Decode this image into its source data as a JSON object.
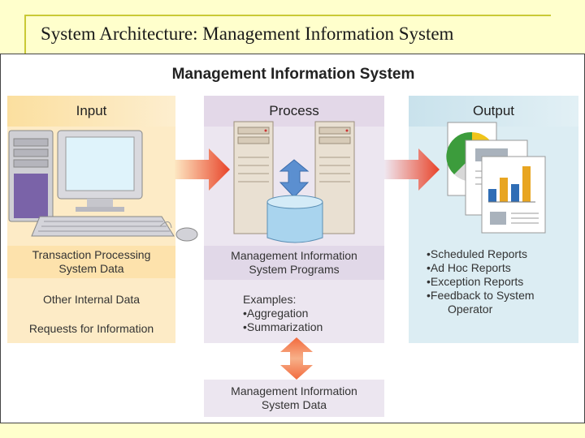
{
  "slide_title": "System Architecture: Management Information System",
  "diagram": {
    "title": "Management Information System",
    "input": {
      "header": "Input",
      "item1": "Transaction Processing System Data",
      "item2": "Other Internal Data",
      "item3": "Requests for Information"
    },
    "process": {
      "header": "Process",
      "programs": "Management Information System Programs",
      "examples_title": "Examples:",
      "example1": "•Aggregation",
      "example2": "•Summarization",
      "data": "Management Information System Data"
    },
    "output": {
      "header": "Output",
      "item1": "•Scheduled Reports",
      "item2": "•Ad Hoc Reports",
      "item3": "•Exception Reports",
      "item4": "•Feedback to System",
      "item4_cont": "Operator"
    }
  },
  "colors": {
    "input_header": "#fbe3b4",
    "input_body": "#fdebc6",
    "process_header": "#e6dcea",
    "process_body": "#ece6f0",
    "output_header": "#cfe5ee",
    "output_body": "#dcedf3",
    "arrow": "#e8482c",
    "page_background": "#ffffcc"
  },
  "icons": [
    "desktop-computer-icon",
    "server-icon",
    "database-icon",
    "report-pages-icon",
    "arrow-right-icon",
    "double-arrow-icon"
  ]
}
